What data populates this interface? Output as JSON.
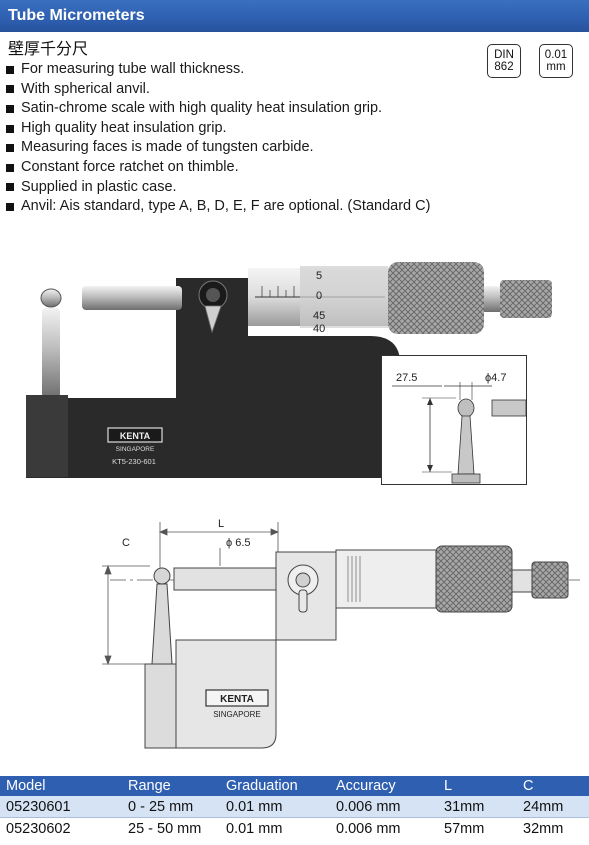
{
  "header": {
    "title": "Tube Micrometers"
  },
  "subtitle_cn": "壁厚千分尺",
  "badges": [
    {
      "line1": "DIN",
      "line2": "862"
    },
    {
      "line1": "0.01",
      "line2": "mm"
    }
  ],
  "features": [
    "For  measuring tube wall thickness.",
    "With spherical anvil.",
    "Satin-chrome scale with high quality heat insulation grip.",
    "High quality heat insulation grip.",
    "Measuring faces is made of tungsten carbide.",
    "Constant force ratchet on thimble.",
    "Supplied in plastic case.",
    "Anvil: Ais standard, type A, B, D, E, F are optional.  (Standard C)"
  ],
  "photo": {
    "brand": "KENTA",
    "brand_sub": "SINGAPORE",
    "model_code": "KT5-230-601",
    "scale_marks": [
      "5",
      "0",
      "45",
      "40"
    ]
  },
  "inset_diagram": {
    "dim_left": "27.5",
    "dim_right": "ϕ4.7"
  },
  "drawing": {
    "label_l": "L",
    "label_c": "C",
    "label_dia": "ϕ 6.5",
    "brand": "KENTA",
    "brand_sub": "SINGAPORE"
  },
  "table": {
    "headers": [
      "Model",
      "Range",
      "Graduation",
      "Accuracy",
      "L",
      "C"
    ],
    "rows": [
      [
        "05230601",
        "0 - 25 mm",
        "0.01 mm",
        "0.006 mm",
        "31mm",
        "24mm"
      ],
      [
        "05230602",
        "25 - 50 mm",
        "0.01 mm",
        "0.006 mm",
        "57mm",
        "32mm"
      ]
    ]
  },
  "colors": {
    "header_blue": "#2e5fb0",
    "row_tint": "#d5e3f4"
  }
}
